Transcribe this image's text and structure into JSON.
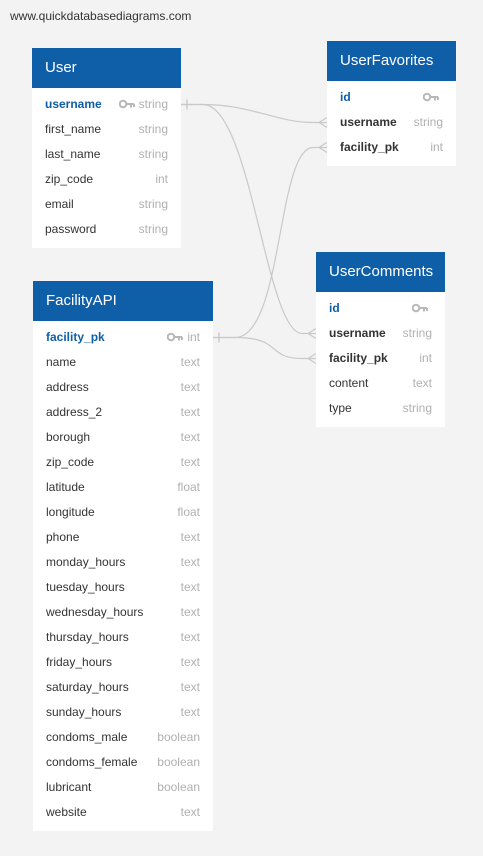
{
  "watermark": "www.quickdatabasediagrams.com",
  "tables": {
    "user": {
      "title": "User",
      "fields": [
        {
          "name": "username",
          "type": "string",
          "pk": true
        },
        {
          "name": "first_name",
          "type": "string"
        },
        {
          "name": "last_name",
          "type": "string"
        },
        {
          "name": "zip_code",
          "type": "int"
        },
        {
          "name": "email",
          "type": "string"
        },
        {
          "name": "password",
          "type": "string"
        }
      ]
    },
    "user_favorites": {
      "title": "UserFavorites",
      "fields": [
        {
          "name": "id",
          "type": "",
          "pk": true
        },
        {
          "name": "username",
          "type": "string",
          "fk": true
        },
        {
          "name": "facility_pk",
          "type": "int",
          "fk": true
        }
      ]
    },
    "user_comments": {
      "title": "UserComments",
      "fields": [
        {
          "name": "id",
          "type": "",
          "pk": true
        },
        {
          "name": "username",
          "type": "string",
          "fk": true
        },
        {
          "name": "facility_pk",
          "type": "int",
          "fk": true
        },
        {
          "name": "content",
          "type": "text"
        },
        {
          "name": "type",
          "type": "string"
        }
      ]
    },
    "facility_api": {
      "title": "FacilityAPI",
      "fields": [
        {
          "name": "facility_pk",
          "type": "int",
          "pk": true
        },
        {
          "name": "name",
          "type": "text"
        },
        {
          "name": "address",
          "type": "text"
        },
        {
          "name": "address_2",
          "type": "text"
        },
        {
          "name": "borough",
          "type": "text"
        },
        {
          "name": "zip_code",
          "type": "text"
        },
        {
          "name": "latitude",
          "type": "float"
        },
        {
          "name": "longitude",
          "type": "float"
        },
        {
          "name": "phone",
          "type": "text"
        },
        {
          "name": "monday_hours",
          "type": "text"
        },
        {
          "name": "tuesday_hours",
          "type": "text"
        },
        {
          "name": "wednesday_hours",
          "type": "text"
        },
        {
          "name": "thursday_hours",
          "type": "text"
        },
        {
          "name": "friday_hours",
          "type": "text"
        },
        {
          "name": "saturday_hours",
          "type": "text"
        },
        {
          "name": "sunday_hours",
          "type": "text"
        },
        {
          "name": "condoms_male",
          "type": "boolean"
        },
        {
          "name": "condoms_female",
          "type": "boolean"
        },
        {
          "name": "lubricant",
          "type": "boolean"
        },
        {
          "name": "website",
          "type": "text"
        }
      ]
    }
  },
  "relationships": [
    {
      "from": "user.username",
      "to": "user_favorites.username"
    },
    {
      "from": "user.username",
      "to": "user_comments.username"
    },
    {
      "from": "facility_api.facility_pk",
      "to": "user_favorites.facility_pk"
    },
    {
      "from": "facility_api.facility_pk",
      "to": "user_comments.facility_pk"
    }
  ],
  "colors": {
    "header": "#0f5ea8",
    "pk_text": "#0f5ea8",
    "type_text": "#b0b0b0",
    "line": "#c9c9c9",
    "background": "#f2f3f2"
  },
  "icons": {
    "primary_key": "key-icon"
  }
}
